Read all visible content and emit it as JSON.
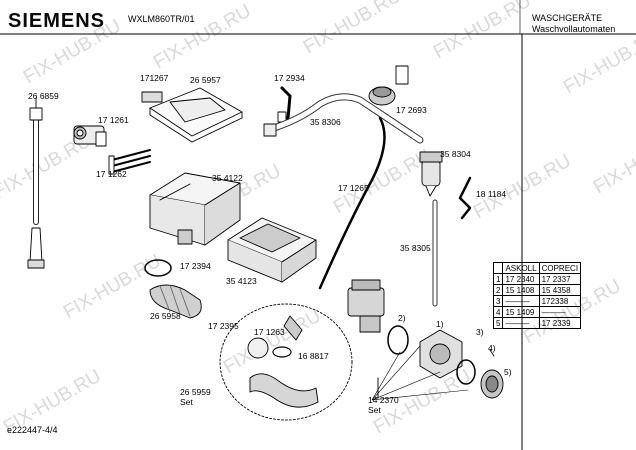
{
  "header": {
    "brand": "SIEMENS",
    "model": "WXLM860TR/01",
    "category_line1": "WASCHGERÄTE",
    "category_line2": "Waschvollautomaten"
  },
  "footer": {
    "code": "e222447-4/4"
  },
  "watermark": {
    "text": "FIX-HUB.RU"
  },
  "part_labels": {
    "p266859": "26 6859",
    "p171267": "171267",
    "p265957": "26 5957",
    "p172934": "17 2934",
    "p171261": "17 1261",
    "p358306": "35 8306",
    "p172693": "17 2693",
    "p358304": "35 8304",
    "p171262": "17 1262",
    "p354122": "35 4122",
    "p171265": "17 1265",
    "p181184": "18 1184",
    "p358305": "35 8305",
    "p172394": "17 2394",
    "p354123": "35 4123",
    "p265958": "26 5958",
    "p172395": "17 2395",
    "p171263": "17 1263",
    "p168817": "16 8817",
    "p265959": "26 5959",
    "p265959_set": "Set",
    "p142370": "14 2370",
    "p142370_set": "Set",
    "n1": "1)",
    "n2": "2)",
    "n3": "3)",
    "n4": "4)",
    "n5": "5)"
  },
  "cross_table": {
    "headers": [
      "ASKOLL",
      "COPRECI"
    ],
    "rows": [
      {
        "n": "1",
        "askoll": "17 2340",
        "copreci": "17 2337"
      },
      {
        "n": "2",
        "askoll": "15 1408",
        "copreci": "15 4358"
      },
      {
        "n": "3",
        "askoll": "———",
        "copreci": "172338"
      },
      {
        "n": "4",
        "askoll": "15 1409",
        "copreci": "———"
      },
      {
        "n": "5",
        "askoll": "———",
        "copreci": "17 2339"
      }
    ]
  }
}
